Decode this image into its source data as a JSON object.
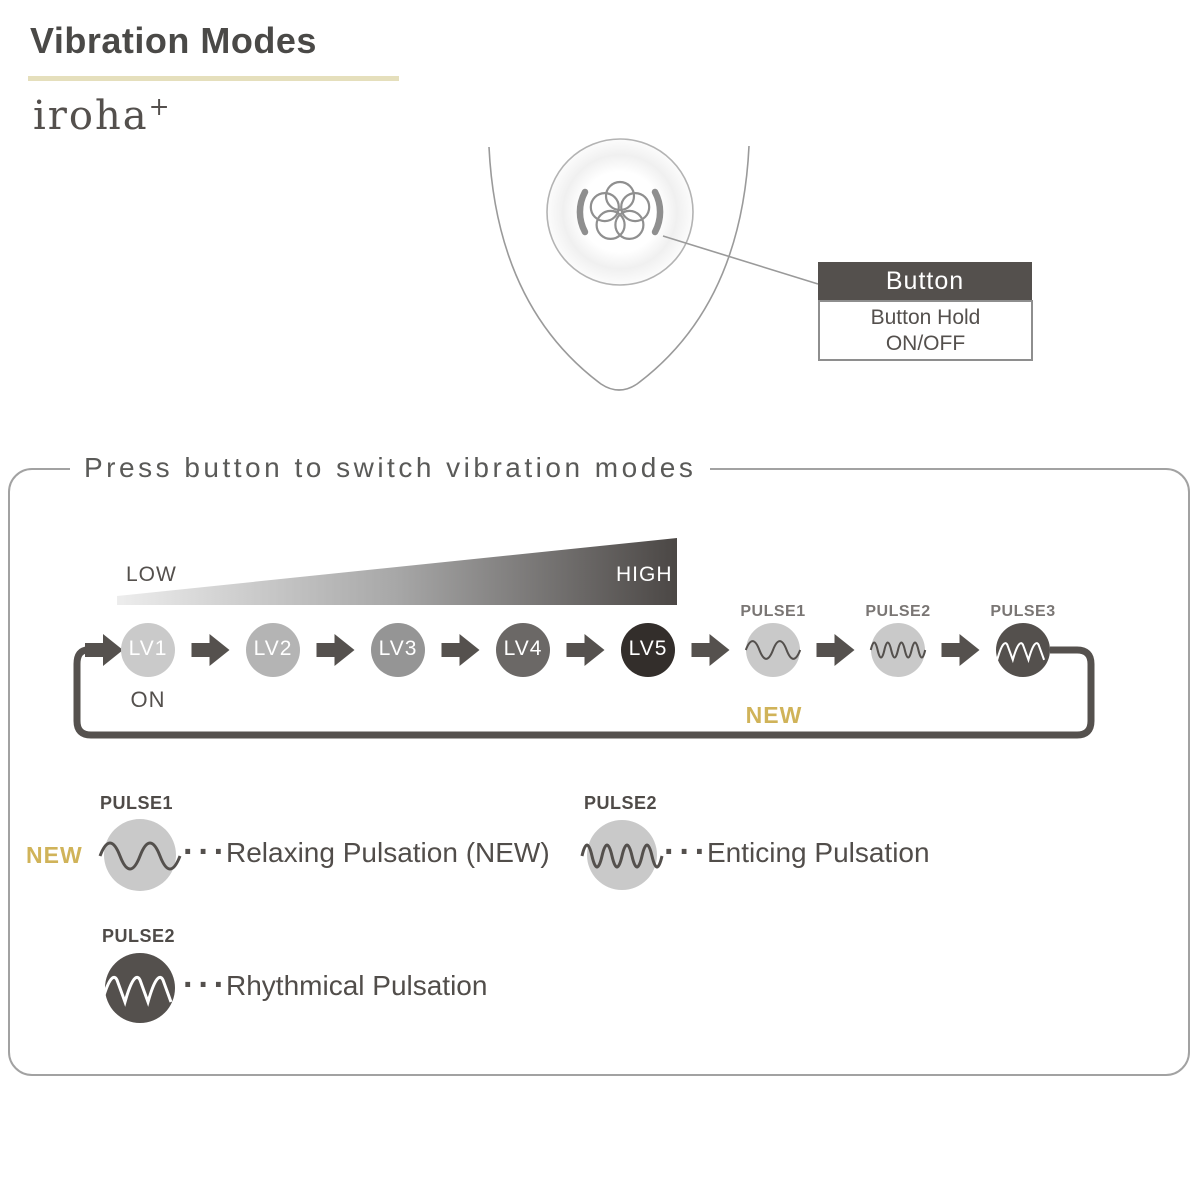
{
  "header": {
    "title": "Vibration Modes",
    "brand": "iroha",
    "brand_sup": "+"
  },
  "device": {
    "callout_title": "Button",
    "callout_line1": "Button Hold",
    "callout_line2": "ON/OFF"
  },
  "panel": {
    "title": "Press button to switch vibration modes",
    "wedge": {
      "low": "LOW",
      "high": "HIGH"
    },
    "levels": [
      {
        "label": "LV1",
        "color": "#cacaca"
      },
      {
        "label": "LV2",
        "color": "#b4b4b4"
      },
      {
        "label": "LV3",
        "color": "#959595"
      },
      {
        "label": "LV4",
        "color": "#6b6866"
      },
      {
        "label": "LV5",
        "color": "#332e2b"
      }
    ],
    "on_label": "ON",
    "new_label": "NEW",
    "pulses": [
      {
        "label": "PULSE1",
        "wave": "slow-sine",
        "color": "#c9c9c9"
      },
      {
        "label": "PULSE2",
        "wave": "fast-sine",
        "color": "#c9c9c9"
      },
      {
        "label": "PULSE3",
        "wave": "sawtooth",
        "color": "#54504d"
      }
    ]
  },
  "legend": {
    "items": [
      {
        "badge": "NEW",
        "label": "PULSE1",
        "dots": "···",
        "text": "Relaxing Pulsation (NEW)",
        "circle_color": "#c9c9c9"
      },
      {
        "badge": "",
        "label": "PULSE2",
        "dots": "···",
        "text": "Enticing Pulsation",
        "circle_color": "#c9c9c9"
      },
      {
        "badge": "",
        "label": "PULSE2",
        "dots": "···",
        "text": "Rhythmical Pulsation",
        "circle_color": "#54504d"
      }
    ]
  },
  "colors": {
    "accent_gold": "#d0b359",
    "underline_tan": "#e5dfbc",
    "dark_gray": "#54504d",
    "arrow_gray": "#55514e"
  }
}
